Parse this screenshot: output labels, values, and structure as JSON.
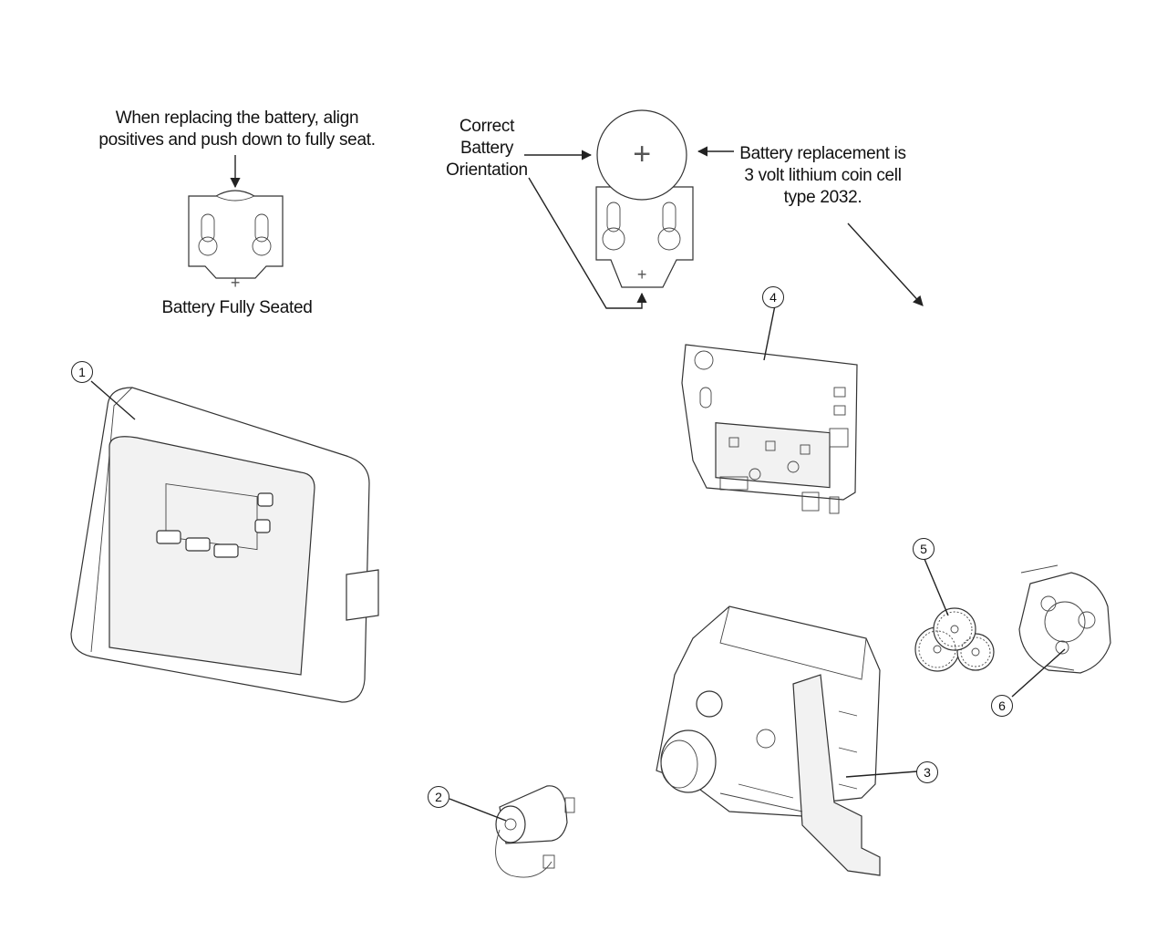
{
  "notes": {
    "align_line1": "When replacing the battery, align",
    "align_line2": "positives and push down to fully seat.",
    "fully_seated": "Battery Fully Seated",
    "correct_line1": "Correct",
    "correct_line2": "Battery",
    "correct_line3": "Orientation",
    "replacement_line1": "Battery replacement is",
    "replacement_line2": "3 volt lithium coin cell",
    "replacement_line3": "type 2032."
  },
  "symbols": {
    "plus": "+"
  },
  "callouts": [
    "1",
    "2",
    "3",
    "4",
    "5",
    "6"
  ],
  "icons": [
    "arrow-icon",
    "battery-holder-icon",
    "coin-cell-icon",
    "gear-icon"
  ]
}
